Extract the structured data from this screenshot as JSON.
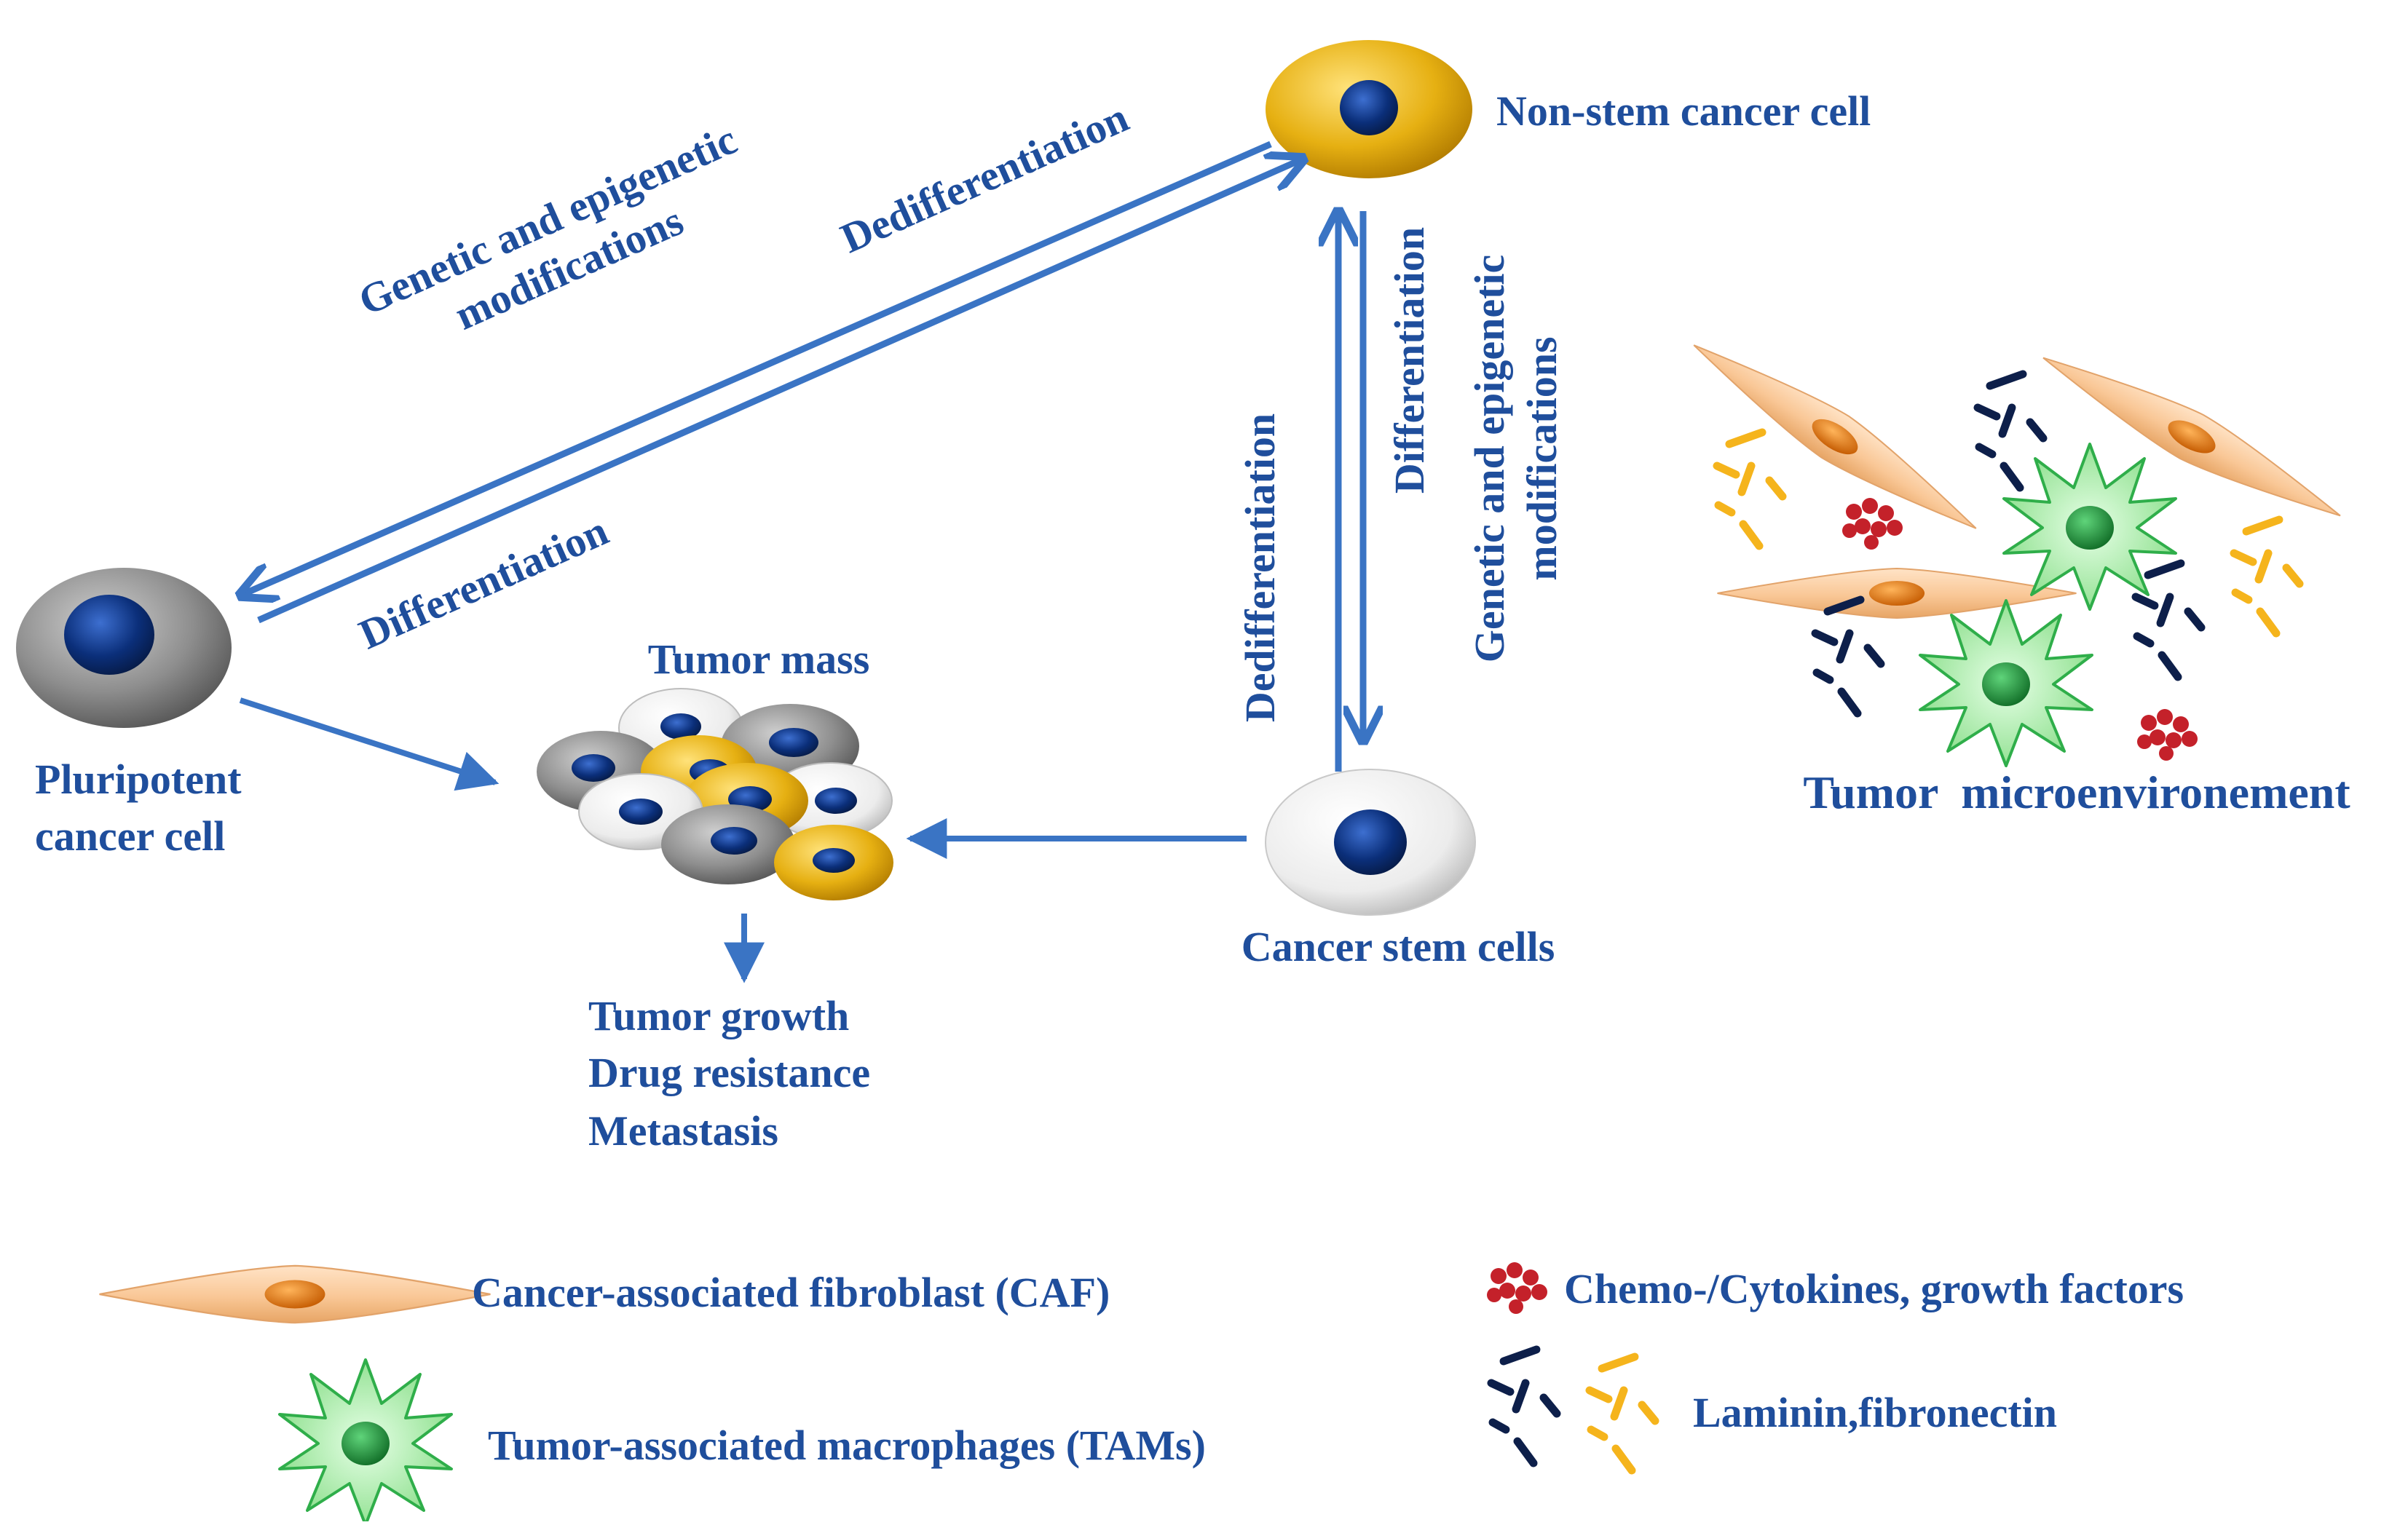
{
  "nodes": {
    "non_stem": "Non-stem cancer cell",
    "pluripotent": [
      "Pluripotent",
      "cancer cell"
    ],
    "tumor_mass": "Tumor mass",
    "cancer_stem": "Cancer stem cells",
    "microenvironment": "Tumor  microenvironement"
  },
  "edges": {
    "diag_genetic": [
      "Genetic and epigenetic",
      "modifications"
    ],
    "diag_dedifferentiation": "Dedifferentiation",
    "diag_differentiation": "Differentiation",
    "vert_dedifferentiation": "Dedifferentiation",
    "vert_differentiation": "Differentiation",
    "vert_genetic": [
      "Genetic and epigenetic",
      "modifications"
    ]
  },
  "outcomes": [
    "Tumor growth",
    "Drug resistance",
    "Metastasis"
  ],
  "legend": {
    "caf": "Cancer-associated fibroblast (CAF)",
    "tam": "Tumor-associated macrophages (TAMs)",
    "chemokines": "Chemo-/Cytokines, growth factors",
    "laminin": "Laminin,fibronectin"
  },
  "colors": {
    "text": "#1f4e9c",
    "arrow": "#3a74c4",
    "nucleus": "#0b2f7a",
    "gold_cell": "#e6b012",
    "grey_cell": "#8e8e8e",
    "white_cell": "#f2f2f2",
    "fibroblast": "#f9c796",
    "fibroblast_nucleus": "#e8780c",
    "macrophage": "#9be89b",
    "macrophage_nucleus": "#1f9a3a",
    "cytokine": "#c4212a",
    "laminin_dark": "#0d1f4a",
    "laminin_gold": "#f5b41c"
  },
  "icons": [
    "cell-icon",
    "fibroblast-icon",
    "macrophage-icon",
    "cytokine-icon",
    "laminin-fibronectin-icon"
  ]
}
